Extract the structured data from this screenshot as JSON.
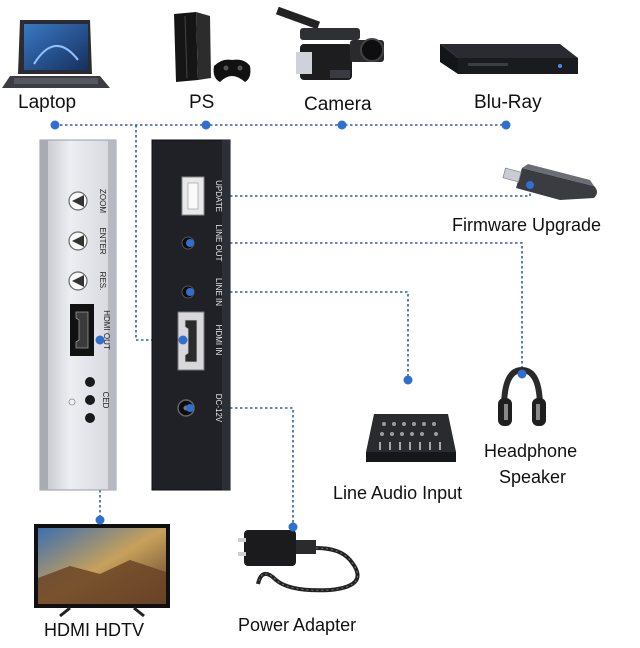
{
  "devices": {
    "laptop": "Laptop",
    "ps": "PS",
    "camera": "Camera",
    "bluray": "Blu-Ray",
    "firmware": "Firmware Upgrade",
    "headphone_line1": "Headphone",
    "headphone_line2": "Speaker",
    "line_audio": "Line Audio Input",
    "hdtv": "HDMI HDTV",
    "power": "Power Adapter"
  },
  "front_panel": {
    "zoom": "ZOOM",
    "enter": "ENTER",
    "res": "RES.",
    "hdmi_out": "HDMI OUT",
    "ced": "CED"
  },
  "rear_panel": {
    "update": "UPDATE",
    "line_out": "LINE OUT",
    "line_in": "LINE IN",
    "hdmi_in": "HDMI IN",
    "dc": "DC-12V"
  },
  "colors": {
    "connector_dot": "#2f6fd0",
    "wire": "#2f5fa8",
    "front_panel": "#dcdde2",
    "rear_panel": "#1f2127"
  }
}
